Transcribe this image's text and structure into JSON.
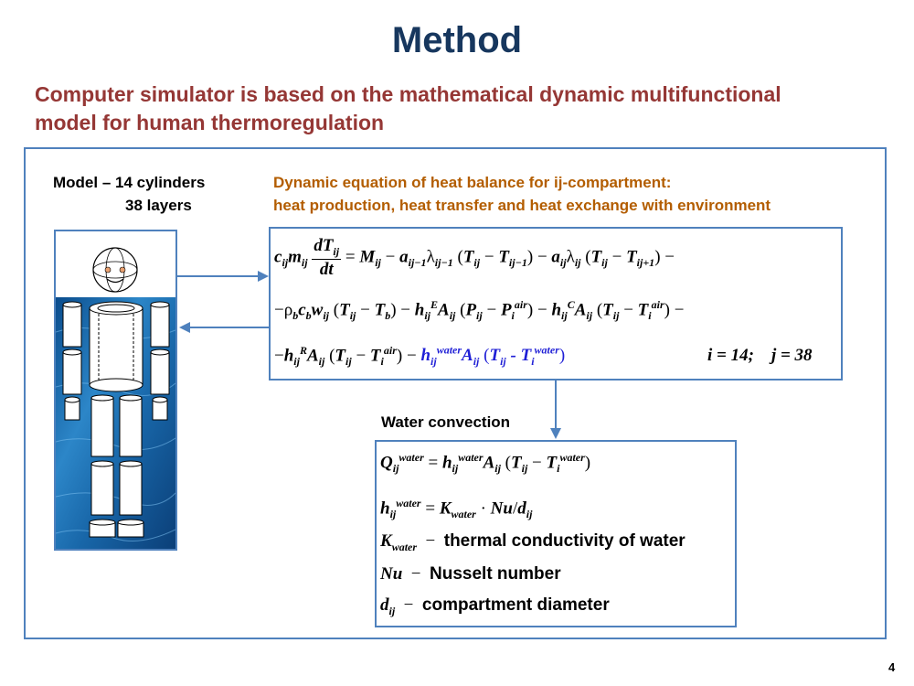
{
  "title": "Method",
  "subtitle": {
    "line1": "Computer simulator is based on the mathematical dynamic multifunctional",
    "line2": "model for human thermoregulation"
  },
  "model_label": {
    "line1": "Model – 14 cylinders",
    "line2": "38 layers"
  },
  "equation_heading": {
    "line1": "Dynamic equation of heat balance for ij-compartment:",
    "line2": "heat production, heat transfer and heat exchange with environment"
  },
  "equation": {
    "index_i": "i = 14;",
    "index_j": "j = 38"
  },
  "water_convection": {
    "title": "Water convection",
    "k_desc": "thermal conductivity of water",
    "nu_desc": "Nusselt number",
    "d_desc": "compartment diameter"
  },
  "page_number": "4",
  "colors": {
    "title": "#17375e",
    "subtitle": "#953735",
    "heading": "#b35d00",
    "border": "#4f81bd",
    "highlight": "#1f1fd6"
  }
}
